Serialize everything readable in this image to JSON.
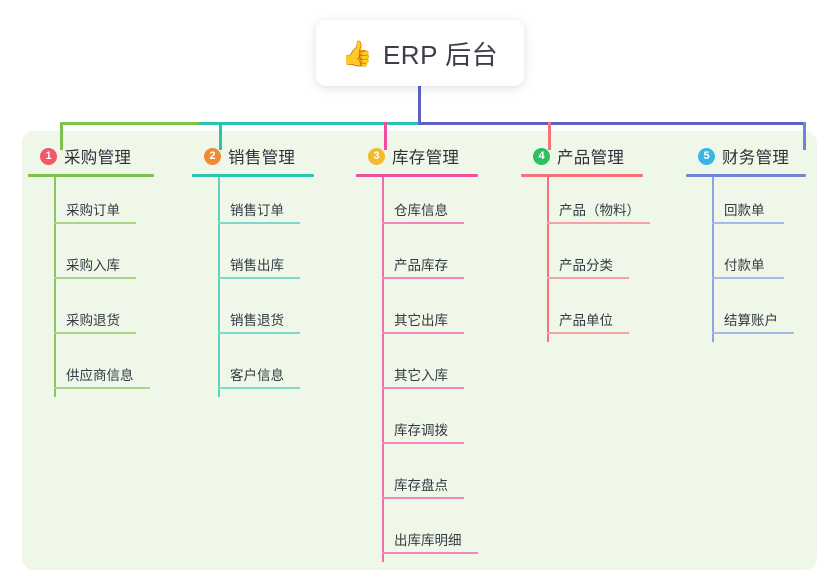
{
  "diagram": {
    "type": "mind-map",
    "background": "#ffffff",
    "panel_color": "#eff7e9",
    "root": {
      "icon": "thumbs-up-icon",
      "emoji": "👍",
      "title": "ERP 后台",
      "connector_color": "#5a62c4"
    },
    "branches": [
      {
        "index": "1",
        "title": "采购管理",
        "badge_color": "#f4566b",
        "line_color": "#7fc14a",
        "items": [
          "采购订单",
          "采购入库",
          "采购退货",
          "供应商信息"
        ]
      },
      {
        "index": "2",
        "title": "销售管理",
        "badge_color": "#f08a35",
        "line_color": "#28c4ae",
        "items": [
          "销售订单",
          "销售出库",
          "销售退货",
          "客户信息"
        ]
      },
      {
        "index": "3",
        "title": "库存管理",
        "badge_color": "#f6bb2c",
        "line_color": "#ef4fa0",
        "items": [
          "仓库信息",
          "产品库存",
          "其它出库",
          "其它入库",
          "库存调拨",
          "库存盘点",
          "出库库明细"
        ]
      },
      {
        "index": "4",
        "title": "产品管理",
        "badge_color": "#2fbf5d",
        "line_color": "#f4737b",
        "items": [
          "产品（物料）",
          "产品分类",
          "产品单位"
        ]
      },
      {
        "index": "5",
        "title": "财务管理",
        "badge_color": "#3ab5e8",
        "line_color": "#6e86d8",
        "items": [
          "回款单",
          "付款单",
          "结算账户"
        ]
      }
    ],
    "trunk": {
      "segments": [
        {
          "name": "trunk-segment-green",
          "color": "#7fc14a"
        },
        {
          "name": "trunk-segment-teal",
          "color": "#28c4ae"
        },
        {
          "name": "trunk-segment-blue",
          "color": "#5a62c4"
        }
      ]
    }
  }
}
